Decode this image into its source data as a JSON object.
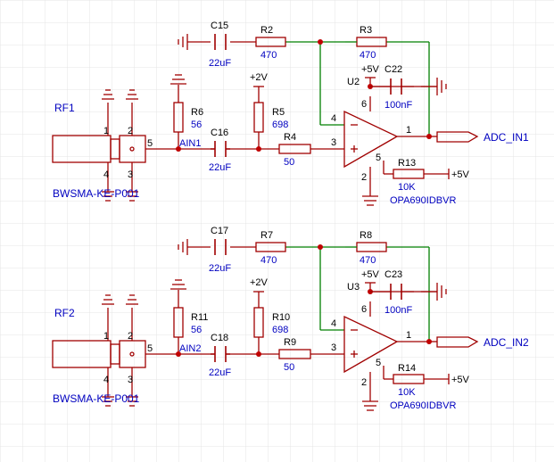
{
  "colors": {
    "background": "#ffffff",
    "grid": "#e4e4e4",
    "component": "#a00000",
    "wire_net": "#008000",
    "junction": "#c00000",
    "label_blue": "#0000c0",
    "label_black": "#000000"
  },
  "channels": [
    {
      "rf_label": "RF1",
      "connector_part": "BWSMA-KE-P001",
      "connector_pins": {
        "p1": "1",
        "p2": "2",
        "p3": "3",
        "p4": "4",
        "p5": "5"
      },
      "ain_net": "AIN1",
      "shunt_res": {
        "ref": "R6",
        "value": "56"
      },
      "series_cap": {
        "ref": "C16",
        "value": "22uF"
      },
      "bias_supply": "+2V",
      "bias_res": {
        "ref": "R5",
        "value": "698"
      },
      "input_res": {
        "ref": "R4",
        "value": "50"
      },
      "fb_cap": {
        "ref": "C15",
        "value": "22uF"
      },
      "gain_res": {
        "ref": "R2",
        "value": "470"
      },
      "feedback_res": {
        "ref": "R3",
        "value": "470"
      },
      "opamp": {
        "ref": "U2",
        "part": "OPA690IDBVR",
        "pin1": "1",
        "pin2": "2",
        "pin3": "3",
        "pin4": "4",
        "pin5": "5",
        "pin6": "6"
      },
      "supply": "+5V",
      "decoupling_cap": {
        "ref": "C22",
        "value": "100nF"
      },
      "disable_res": {
        "ref": "R13",
        "value": "10K"
      },
      "disable_supply": "+5V",
      "output_net": "ADC_IN1"
    },
    {
      "rf_label": "RF2",
      "connector_part": "BWSMA-KE-P001",
      "connector_pins": {
        "p1": "1",
        "p2": "2",
        "p3": "3",
        "p4": "4",
        "p5": "5"
      },
      "ain_net": "AIN2",
      "shunt_res": {
        "ref": "R11",
        "value": "56"
      },
      "series_cap": {
        "ref": "C18",
        "value": "22uF"
      },
      "bias_supply": "+2V",
      "bias_res": {
        "ref": "R10",
        "value": "698"
      },
      "input_res": {
        "ref": "R9",
        "value": "50"
      },
      "fb_cap": {
        "ref": "C17",
        "value": "22uF"
      },
      "gain_res": {
        "ref": "R7",
        "value": "470"
      },
      "feedback_res": {
        "ref": "R8",
        "value": "470"
      },
      "opamp": {
        "ref": "U3",
        "part": "OPA690IDBVR",
        "pin1": "1",
        "pin2": "2",
        "pin3": "3",
        "pin4": "4",
        "pin5": "5",
        "pin6": "6"
      },
      "supply": "+5V",
      "decoupling_cap": {
        "ref": "C23",
        "value": "100nF"
      },
      "disable_res": {
        "ref": "R14",
        "value": "10K"
      },
      "disable_supply": "+5V",
      "output_net": "ADC_IN2"
    }
  ]
}
